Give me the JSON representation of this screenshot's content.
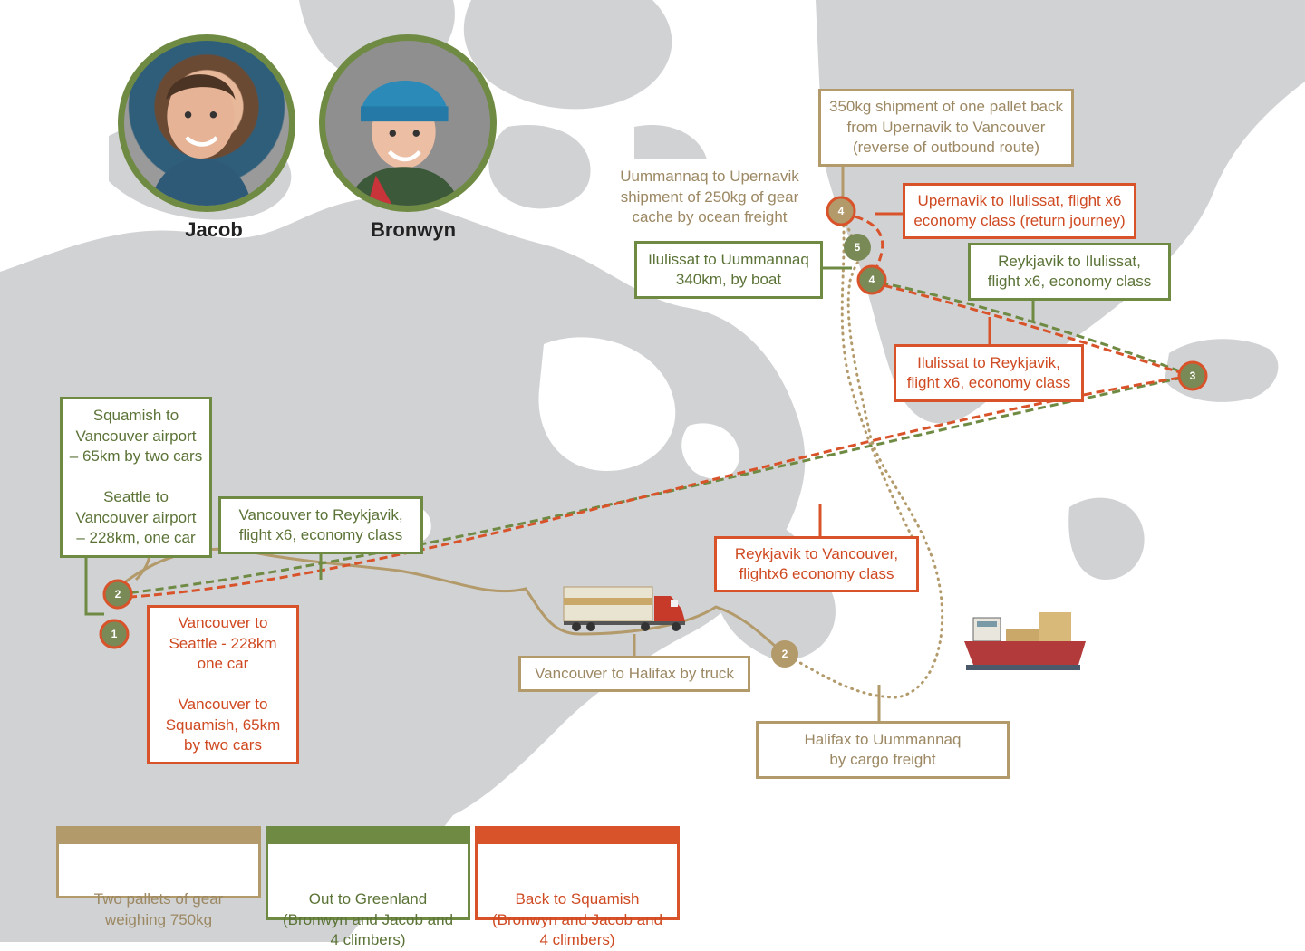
{
  "people": [
    {
      "name": "Jacob"
    },
    {
      "name": "Bronwyn"
    }
  ],
  "labels": {
    "upernavik_return_shipment": "350kg shipment of one pallet back\nfrom Upernavik to Vancouver\n(reverse of outbound route)",
    "uummannaq_upernavik": "Uummannaq to Upernavik\nshipment of 250kg of gear\ncache by ocean freight",
    "upernavik_ilulissat": "Upernavik to Ilulissat, flight x6\neconomy class (return journey)",
    "ilulissat_uummannaq": "Ilulissat to Uummannaq\n340km, by boat",
    "reykjavik_ilulissat": "Reykjavik to Ilulissat,\nflight x6, economy class",
    "ilulissat_reykjavik": "Ilulissat to Reykjavik,\nflight x6, economy class",
    "squamish_seattle": "Squamish to\nVancouver airport\n– 65km by two cars\n\nSeattle to\nVancouver airport\n– 228km, one car",
    "vancouver_reykjavik": "Vancouver to Reykjavik,\nflight x6, economy class",
    "reykjavik_vancouver": "Reykjavik to Vancouver,\nflightx6 economy class",
    "vancouver_seattle": "Vancouver to\nSeattle - 228km\none car\n\nVancouver to\nSquamish, 65km\nby two cars",
    "vancouver_halifax": "Vancouver to Halifax by truck",
    "halifax_uummannaq": "Halifax to Uummannaq\nby cargo freight"
  },
  "markers": {
    "m1": "1",
    "m2_west": "2",
    "m2_halifax": "2",
    "m3": "3",
    "m4_upernavik": "4",
    "m5": "5",
    "m4_ilulissat": "4"
  },
  "legend": [
    {
      "text": "Two pallets of gear\nweighing 750kg",
      "color": "#b39a6b"
    },
    {
      "text": "Out to Greenland\n(Bronwyn and Jacob and\n4 climbers)",
      "color": "#6f8a43"
    },
    {
      "text": "Back to Squamish\n(Bronwyn and Jacob and\n4 climbers)",
      "color": "#d9532a"
    }
  ],
  "icons": [
    "truck-icon",
    "cargo-ship-icon"
  ],
  "colors": {
    "land": "#d1d2d4",
    "gear": "#b39a6b",
    "out": "#6f8a43",
    "back": "#d9532a"
  }
}
